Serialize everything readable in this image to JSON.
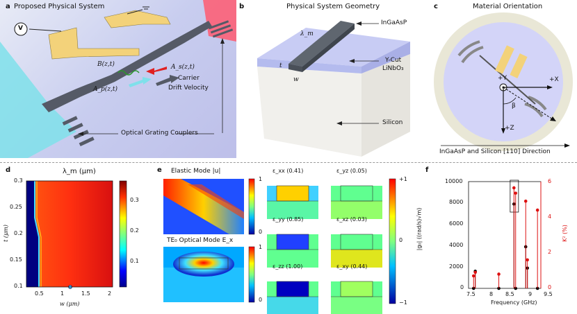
{
  "panels": {
    "a": {
      "label": "a",
      "title": "Proposed Physical System",
      "voltage": "V",
      "b_field": "B(z,t)",
      "as_field": "A_s(z,t)",
      "ap_field": "A_p(z,t)",
      "carrier": "Carrier",
      "drift": "Drift Velocity",
      "couplers": "Optical Grating Couplers"
    },
    "b": {
      "label": "b",
      "title": "Physical System Geometry",
      "ingaasp": "InGaAsP",
      "lambda": "λ_m",
      "t": "t",
      "w": "w",
      "ycut": "Y-Cut",
      "linbo3": "LiNbO₃",
      "silicon": "Silicon"
    },
    "c": {
      "label": "c",
      "title": "Material Orientation",
      "plus_y": "+Y",
      "plus_x": "+X",
      "plus_z": "+Z",
      "beta": "β",
      "direction": "InGaAsP and Silicon [110] Direction"
    },
    "d": {
      "label": "d",
      "title": "λ_m (μm)",
      "ylabel": "t (μm)",
      "xlabel": "w (μm)",
      "yticks": [
        "0.3",
        "0.25",
        "0.2",
        "0.15",
        "0.1"
      ],
      "xticks": [
        "0.5",
        "1",
        "1.5",
        "2"
      ],
      "cbar_ticks": [
        "0.3",
        "0.2",
        "0.1"
      ]
    },
    "e": {
      "label": "e",
      "elastic_title": "Elastic Mode |u|",
      "optical_title": "TE₀ Optical Mode E_x",
      "cbar1_top": "1",
      "cbar1_bottom": "0",
      "cbar2_top": "1",
      "cbar2_bottom": "0",
      "strain_cbar": [
        "+1",
        "0",
        "−1"
      ],
      "strains": [
        {
          "label": "ε_xx (0.41)"
        },
        {
          "label": "ε_yz (0.05)"
        },
        {
          "label": "ε_yy (0.85)"
        },
        {
          "label": "ε_xz (0.03)"
        },
        {
          "label": "ε_zz (1.00)"
        },
        {
          "label": "ε_xy (0.44)"
        }
      ]
    },
    "f": {
      "label": "f",
      "ylabel_left": "|g₀| ((rad/s)√m)",
      "ylabel_right": "K² (%)",
      "xlabel": "Frequency (GHz)",
      "left_ticks": [
        "10000",
        "8000",
        "6000",
        "4000",
        "2000",
        "0"
      ],
      "right_ticks": [
        "6",
        "4",
        "2",
        "0"
      ],
      "x_ticks": [
        "7.5",
        "8",
        "8.5",
        "9",
        "9.5"
      ]
    }
  },
  "chart_data": [
    {
      "type": "heatmap",
      "title": "λm (μm)",
      "xlabel": "w (μm)",
      "ylabel": "t (μm)",
      "xlim": [
        0.3,
        2.0
      ],
      "ylim": [
        0.1,
        0.3
      ],
      "colorbar_range": [
        0.0,
        0.35
      ],
      "colorbar_ticks": [
        0.1,
        0.2,
        0.3
      ]
    },
    {
      "type": "scatter",
      "xlabel": "Frequency (GHz)",
      "ylabel": "|g0| ((rad/s)√m)",
      "y2label": "K² (%)",
      "xlim": [
        7.45,
        9.6
      ],
      "ylim": [
        0,
        10000
      ],
      "y2lim": [
        0,
        6
      ],
      "series": [
        {
          "name": "|g0|",
          "color": "#000000",
          "points": [
            [
              7.6,
              0
            ],
            [
              7.65,
              1600
            ],
            [
              8.35,
              0
            ],
            [
              8.8,
              7900
            ],
            [
              8.85,
              0
            ],
            [
              9.15,
              3900
            ],
            [
              9.2,
              1900
            ],
            [
              9.5,
              0
            ]
          ]
        },
        {
          "name": "K²",
          "color": "#dd1111",
          "axis": "right",
          "points": [
            [
              7.6,
              0.7
            ],
            [
              7.65,
              0.9
            ],
            [
              8.35,
              0.8
            ],
            [
              8.8,
              5.65
            ],
            [
              8.85,
              5.35
            ],
            [
              9.15,
              4.9
            ],
            [
              9.2,
              1.6
            ],
            [
              9.5,
              4.4
            ]
          ]
        }
      ]
    }
  ]
}
